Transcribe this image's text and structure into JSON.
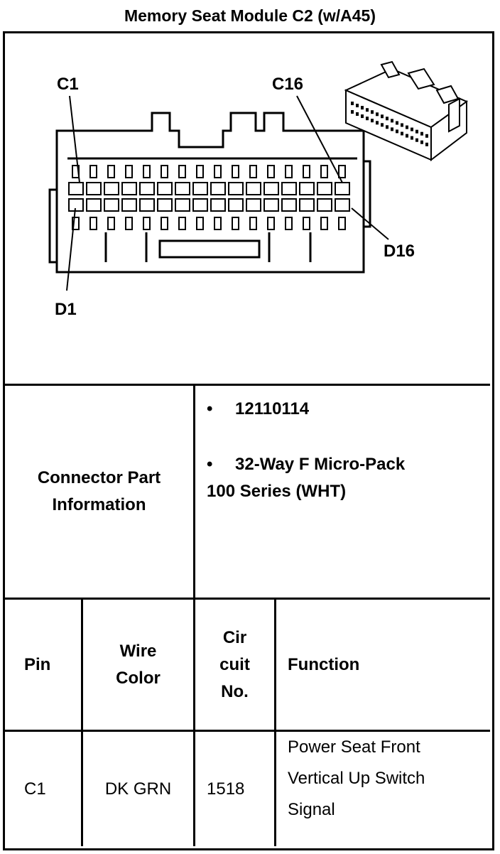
{
  "title": "Memory Seat Module C2 (w/A45)",
  "diagram": {
    "labels": {
      "c1": "C1",
      "c16": "C16",
      "d1": "D1",
      "d16": "D16"
    }
  },
  "connector_info": {
    "label_line1": "Connector Part",
    "label_line2": "Information",
    "bullet": "•",
    "part_number": "12110114",
    "description_line1": "32-Way F Micro-Pack",
    "description_line2": "100 Series (WHT)"
  },
  "pin_table": {
    "headers": {
      "pin": "Pin",
      "wire_color_line1": "Wire",
      "wire_color_line2": "Color",
      "circuit_line1": "Cir",
      "circuit_line2": "cuit",
      "circuit_line3": "No.",
      "function": "Function"
    },
    "rows": [
      {
        "pin": "C1",
        "wire_color": "DK GRN",
        "circuit": "1518",
        "function_line1": "Power Seat Front",
        "function_line2": "Vertical Up Switch",
        "function_line3": "Signal"
      }
    ]
  }
}
